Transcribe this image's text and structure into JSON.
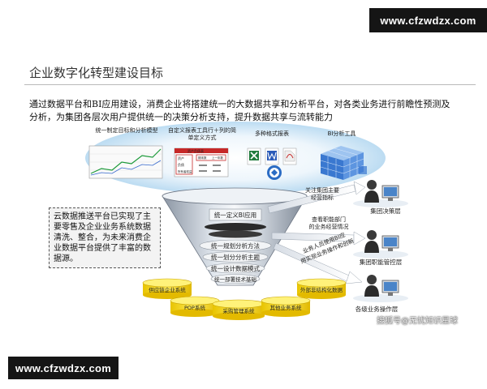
{
  "watermark_top": "www.cfzwdzx.com",
  "watermark_bottom": "www.cfzwdzx.com",
  "title": "企业数字化转型建设目标",
  "intro": "通过数据平台和BI应用建设，消费企业将搭建统一的大数据共享和分析平台，对各类业务进行前瞻性预测及分析，为集团各层次用户提供统一的决策分析支持，提升数据共享与流转能力",
  "tools": [
    {
      "label": "统一制定目标和分析模型"
    },
    {
      "label": "自定义报表工具行＋列的简单定义方式"
    },
    {
      "label": "多种格式报表"
    },
    {
      "label": "BI分析工具"
    }
  ],
  "report_mock": {
    "header": "资产负债表",
    "rows": [
      "资产",
      "负债",
      "所有者权益"
    ],
    "cols": [
      "期末数",
      "上一年数"
    ]
  },
  "funnel": {
    "top_label": "统一定义BI应用",
    "layers": [
      "统一规划分析方法",
      "统一划分分析主题",
      "统一设计数据模式",
      "统一部署技术基础"
    ]
  },
  "callout": "云数据推送平台已实现了主要零售及企业业务系统数据清洗、整合，为未来消费企业数据平台提供了丰富的数据源。",
  "arrows": [
    "关注集团主要经营指标",
    "查看职能部门的业务经营情况",
    "业务人员使用BI应用实现业务操作和创新"
  ],
  "users": [
    "集团决策层",
    "集团职能管控层",
    "各级业务操作层"
  ],
  "sources": [
    "供应链企业系统",
    "POP系统",
    "采购管理系统",
    "其他业务系统",
    "外部非结构化数据"
  ],
  "credit": "搜狐号@无忧知识星球"
}
